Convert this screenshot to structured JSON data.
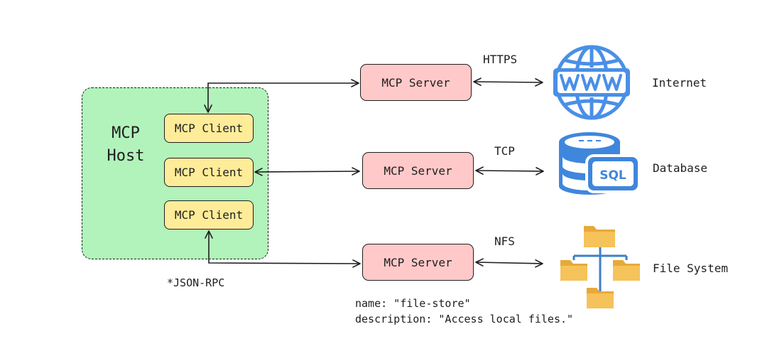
{
  "host": {
    "title": "MCP\nHost",
    "clients": [
      {
        "label": "MCP Client"
      },
      {
        "label": "MCP Client"
      },
      {
        "label": "MCP Client"
      }
    ],
    "protocol_note": "*JSON-RPC"
  },
  "servers": [
    {
      "label": "MCP Server",
      "transport": "HTTPS",
      "resource": "Internet",
      "icon": "globe-www-icon"
    },
    {
      "label": "MCP Server",
      "transport": "TCP",
      "resource": "Database",
      "icon": "database-sql-icon"
    },
    {
      "label": "MCP Server",
      "transport": "NFS",
      "resource": "File System",
      "icon": "folder-tree-icon"
    }
  ],
  "server_meta": {
    "name_line": "name: \"file-store\"",
    "description_line": "description: \"Access local files.\""
  },
  "colors": {
    "host_fill": "#b2f2bb",
    "client_fill": "#ffec99",
    "server_fill": "#ffc9c9",
    "stroke": "#1e1e1e",
    "globe_blue": "#4a8fe7",
    "db_blue": "#3f86dd",
    "folder_yellow": "#f5c35a"
  }
}
